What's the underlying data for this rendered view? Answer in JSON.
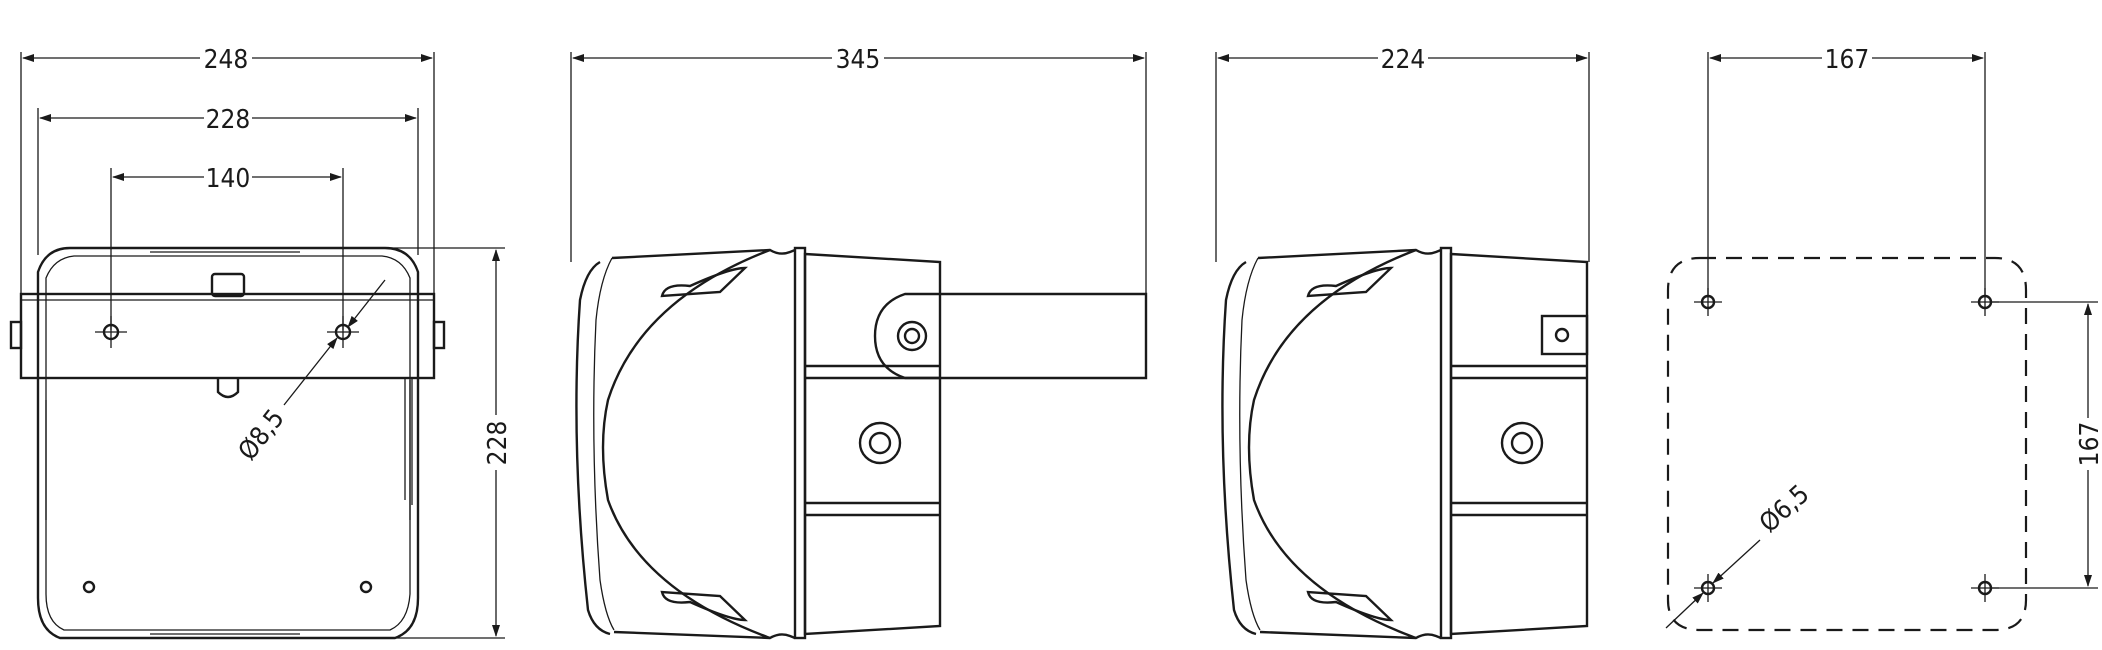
{
  "views": {
    "front": {
      "width_total": "248",
      "width_inner": "228",
      "hole_spacing": "140",
      "height": "228",
      "hole_diameter": "Ø8,5"
    },
    "side_with_bracket": {
      "length": "345"
    },
    "side": {
      "length": "224"
    },
    "mounting_pattern": {
      "hole_spacing_x": "167",
      "hole_spacing_y": "167",
      "hole_diameter": "Ø6,5"
    }
  }
}
